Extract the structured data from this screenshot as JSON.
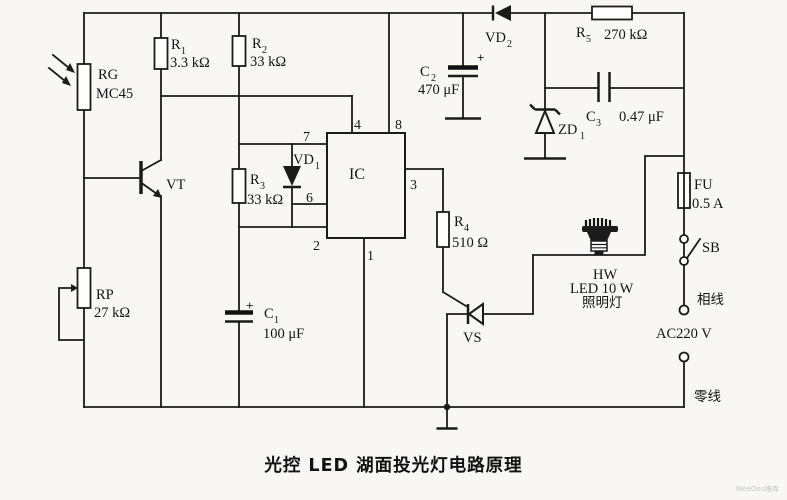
{
  "title": "光控 LED 湖面投光灯电路原理",
  "watermark": "WeeQoo维库",
  "power": {
    "phase_label": "相线",
    "source_label": "AC220 V",
    "neutral_label": "零线"
  },
  "ic": {
    "label": "IC",
    "pins": {
      "p1": "1",
      "p2": "2",
      "p3": "3",
      "p4": "4",
      "p6": "6",
      "p7": "7",
      "p8": "8"
    }
  },
  "components": {
    "rg": {
      "ref": "RG",
      "model": "MC45"
    },
    "rp": {
      "ref": "RP",
      "value": "27 kΩ"
    },
    "r1": {
      "ref": "R",
      "sub": "1",
      "value": "3.3 kΩ"
    },
    "r2": {
      "ref": "R",
      "sub": "2",
      "value": "33 kΩ"
    },
    "r3": {
      "ref": "R",
      "sub": "3",
      "value": "33 kΩ"
    },
    "r4": {
      "ref": "R",
      "sub": "4",
      "value": "510 Ω"
    },
    "r5": {
      "ref": "R",
      "sub": "5",
      "value": "270 kΩ"
    },
    "c1": {
      "ref": "C",
      "sub": "1",
      "value": "100 μF",
      "polarity": "+"
    },
    "c2": {
      "ref": "C",
      "sub": "2",
      "value": "470 μF",
      "polarity": "+"
    },
    "c3": {
      "ref": "C",
      "sub": "3",
      "value": "0.47 μF"
    },
    "vd1": {
      "ref": "VD",
      "sub": "1"
    },
    "vd2": {
      "ref": "VD",
      "sub": "2"
    },
    "zd1": {
      "ref": "ZD",
      "sub": "1"
    },
    "vt": {
      "ref": "VT"
    },
    "vs": {
      "ref": "VS"
    },
    "fu": {
      "ref": "FU",
      "value": "0.5 A"
    },
    "sb": {
      "ref": "SB"
    },
    "hw": {
      "ref": "HW",
      "desc": "LED 10 W",
      "desc2": "照明灯"
    }
  }
}
